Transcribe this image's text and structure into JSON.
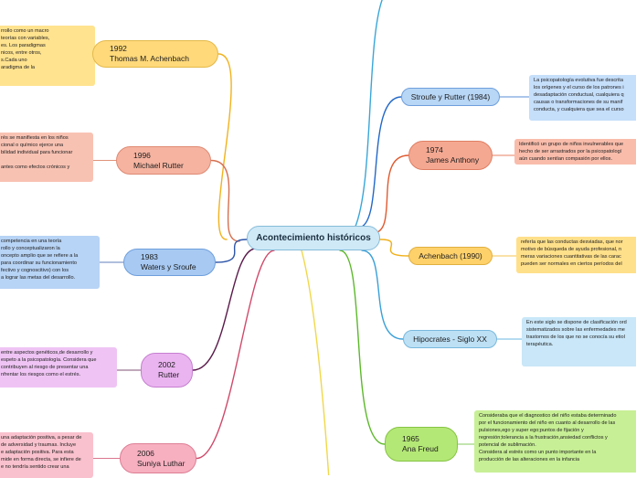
{
  "central": {
    "label": "Acontecimiento históricos"
  },
  "left_branches": [
    {
      "id": "achenbach-1992",
      "year": "1992",
      "name": "Thomas M. Achenbach",
      "note": "rrollo como un macro\nteorías con variables,\nes. Los paradigmas\nnicos, entre otros,\ns.Cada uno\naradigma de la"
    },
    {
      "id": "rutter-1996",
      "year": "1996",
      "name": "Michael Rutter",
      "note": "rés se manifiesta en los niños\ncional o químico ejerce una\nbilidad individual para funcionar\n\nantes como efectos crónicos y"
    },
    {
      "id": "waters-sroufe-1983",
      "year": "1983",
      "name": "Waters y Sroufe",
      "note": "competencia en una teoría\nrollo y conceptualizaron la\noncepto amplio que se refiere a la\npara coordinar su funcionamiento\nfectivo y cognoscitivo) con los\na lograr las metas del desarrollo."
    },
    {
      "id": "rutter-2002",
      "year": "2002",
      "name": "Rutter",
      "note": "entre aspectos genéticos,de desarrollo y\nespeto a la psicopatología. Considera que\ncontribuyen al riesgo de presentar una\nnfrentar los riesgos como el estrés."
    },
    {
      "id": "luthar-2006",
      "year": "2006",
      "name": "Suniya Luthar",
      "note": "una adaptación positiva, a pesar de\nde adversidad y traumas. Incluye\ne adaptación positiva. Para esta\nmide en forma directa, se infiere de\ne no tendría sentido crear una"
    }
  ],
  "right_branches": [
    {
      "id": "sroufe-rutter-1984",
      "label": "Stroufe y Rutter (1984)",
      "note": "La psicopatología evolutiva fue descrita\nlos orígenes y el curso de los patrones i\ndesadaptación conductual, cualquiera q\ncausas o transformaciones de su manif\nconducta, y cualquiera que sea el curso"
    },
    {
      "id": "james-anthony-1974",
      "year": "1974",
      "name": "James Anthony",
      "note": "Identificó un grupo de niños invulnerables que\nhecho de ser arrastrados por la psicopatologí\naún cuando sentían compasión por ellos."
    },
    {
      "id": "achenbach-1990",
      "label": "Achenbach (1990)",
      "note": "refería que las conductas desviadas, que nor\nmotivo de búsqueda de ayuda profesional, n\nmeras variaciones cuantitativas de las carac\npueden ser normales en ciertos períodos del"
    },
    {
      "id": "hipocrates",
      "label": "Hipocrates - Siglo XX",
      "note": "En este siglo se dispone de clasificación ord\nsistematizados sobre las enfermedades me\ntrastornos de los que no se conocía su etiol\nterapéutica."
    },
    {
      "id": "anna-freud-1965",
      "year": "1965",
      "name": "Ana Freud",
      "note": "Consideraba que el diagnostico del niño estaba determinado\npor el funcionamiento del niño en cuanto al desarrollo de las\npulsiones,ego y super ego;puntos de fijación y\nregresión;tolerancia a la frustración,ansiedad conflictos y\npotencial de sublimación.\nConsidera al estrés como un punto importante en la\nproducción de las alteraciones en la infancia"
    }
  ],
  "colors": {
    "achenbach-1992": {
      "fill": "#ffd97a",
      "border": "#e3b94a",
      "note": "#ffe38f",
      "line": "#f1b21d"
    },
    "rutter-1996": {
      "fill": "#f5b3a0",
      "border": "#df8a74",
      "note": "#f8c2b3",
      "line": "#d6704f"
    },
    "waters-sroufe-1983": {
      "fill": "#a7c9f2",
      "border": "#6e9fdc",
      "note": "#b7d3f5",
      "line": "#2d55a8"
    },
    "rutter-2002": {
      "fill": "#eab4f0",
      "border": "#c67fd0",
      "note": "#efc4f4",
      "line": "#5a1a4a"
    },
    "luthar-2006": {
      "fill": "#f7b0c0",
      "border": "#de7e95",
      "note": "#f9c1cd",
      "line": "#d04a6a"
    },
    "sroufe-rutter-1984": {
      "fill": "#b8d6f5",
      "border": "#6e9fdc",
      "note": "#c5defa",
      "line": "#2368c8"
    },
    "james-anthony-1974": {
      "fill": "#f5a891",
      "border": "#de7e63",
      "note": "#f9bcab",
      "line": "#e05a30"
    },
    "achenbach-1990": {
      "fill": "#ffd16b",
      "border": "#e0b040",
      "note": "#ffe08a",
      "line": "#f0b01a"
    },
    "hipocrates": {
      "fill": "#bde0f5",
      "border": "#78b8dc",
      "note": "#c9e7f8",
      "line": "#3aa0d8"
    },
    "anna-freud-1965": {
      "fill": "#b4e876",
      "border": "#86c444",
      "note": "#c7ef95",
      "line": "#5cb82a"
    },
    "top-branch": "#3aa6d8",
    "bottom-branch": "#f0d84a"
  }
}
